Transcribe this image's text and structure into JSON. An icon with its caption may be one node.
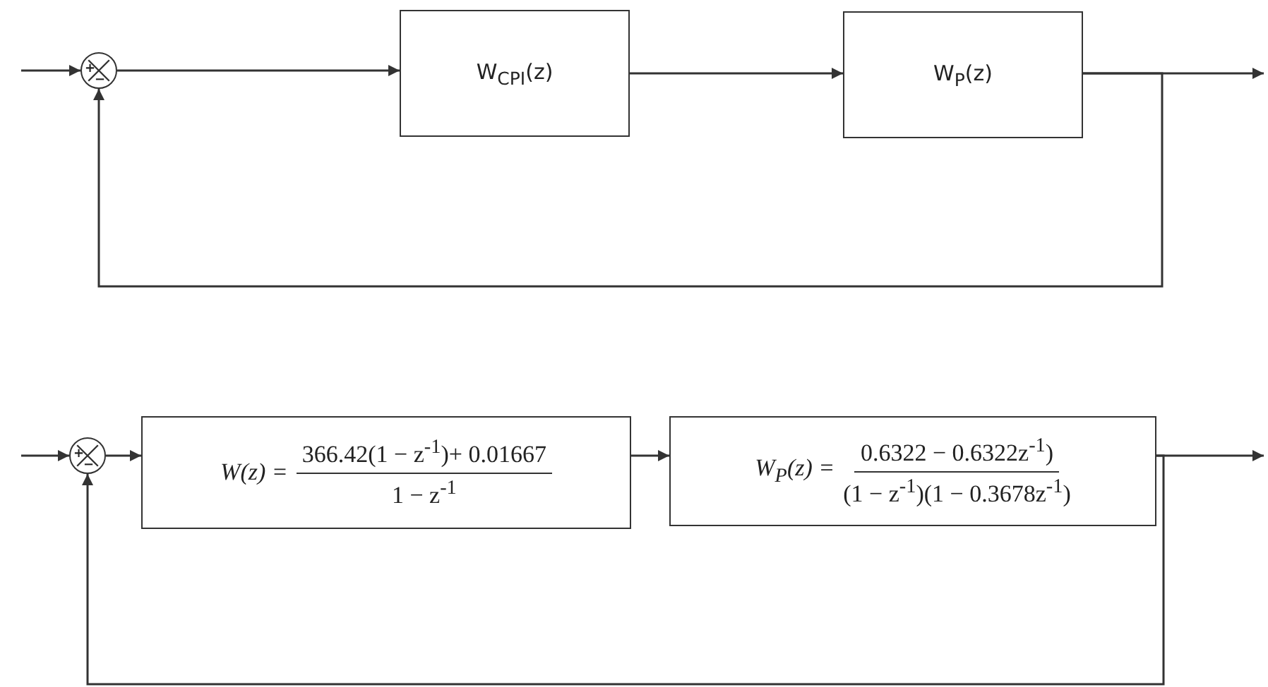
{
  "diagram": {
    "nodes": [
      {
        "text": [
          "+",
          "−"
        ]
      },
      {
        "text": [
          "W$_{CPI}$(z)"
        ]
      },
      {
        "text": [
          "W$_{P}$(z)"
        ]
      },
      {
        "text": [
          "+",
          "−"
        ]
      },
      {
        "text": [
          "W(z) =",
          "366.42(1 − z$^{-1}$)+ 0.01667",
          "1 − z$^{-1}$"
        ]
      },
      {
        "text": [
          "W$_{P}$(z) =",
          "0.6322 − 0.6322z$^{-1}$)",
          "(1 − z$^{-1}$)(1 − 0.3678z$^{-1}$)"
        ]
      }
    ],
    "edges": [
      {
        "from": null,
        "to": 0,
        "arrow": "to"
      },
      {
        "from": 0,
        "to": 1,
        "arrow": "to"
      },
      {
        "from": 1,
        "to": 2,
        "arrow": "to"
      },
      {
        "from": 2,
        "to": null,
        "arrow": "to"
      },
      {
        "from": 2,
        "to": 0,
        "arrow": "to"
      },
      {
        "from": null,
        "to": 3,
        "arrow": "to"
      },
      {
        "from": 3,
        "to": 4,
        "arrow": "to"
      },
      {
        "from": 4,
        "to": 5,
        "arrow": "to"
      },
      {
        "from": 5,
        "to": null,
        "arrow": "to"
      },
      {
        "from": 5,
        "to": 3,
        "arrow": "to"
      }
    ]
  }
}
